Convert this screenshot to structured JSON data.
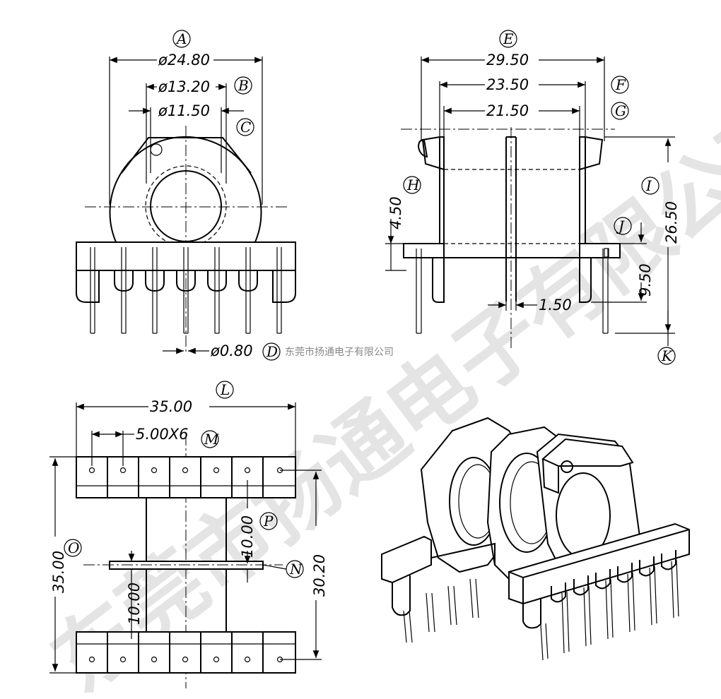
{
  "watermark": {
    "large": "东莞市扬通电子有限公司",
    "small": "东莞市扬通电子有限公司"
  },
  "labels": {
    "A": "A",
    "B": "B",
    "C": "C",
    "D": "D",
    "E": "E",
    "F": "F",
    "G": "G",
    "H": "H",
    "I": "I",
    "J": "J",
    "K": "K",
    "L": "L",
    "M": "M",
    "N": "N",
    "O": "O",
    "P": "P"
  },
  "dimensions": {
    "A": "ø24.80",
    "B": "ø13.20",
    "C": "ø11.50",
    "D": "ø0.80",
    "E": "29.50",
    "F": "23.50",
    "G": "21.50",
    "H": "4.50",
    "I": "26.50",
    "J": "9.50",
    "K": "1.50",
    "L": "35.00",
    "M": "5.00X6",
    "N": "30.20",
    "O": "35.00",
    "P": "10.00",
    "P2": "10.00"
  }
}
